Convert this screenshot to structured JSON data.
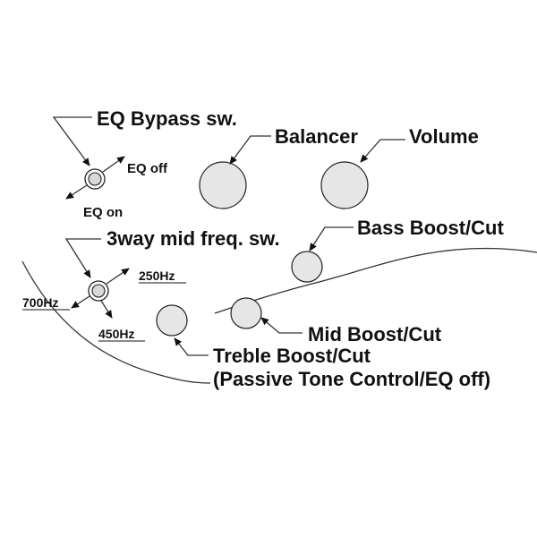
{
  "labels": {
    "eq_bypass": "EQ Bypass sw.",
    "eq_off": "EQ off",
    "eq_on": "EQ on",
    "balancer": "Balancer",
    "volume": "Volume",
    "bass": "Bass Boost/Cut",
    "mid_freq": "3way mid freq. sw.",
    "hz250": "250Hz",
    "hz700": "700Hz",
    "hz450": "450Hz",
    "mid": "Mid Boost/Cut",
    "treble": "Treble Boost/Cut",
    "treble_note": "(Passive Tone Control/EQ off)"
  },
  "colors": {
    "knob_fill": "#e6e6e6",
    "outline": "#222222",
    "text": "#111111"
  }
}
